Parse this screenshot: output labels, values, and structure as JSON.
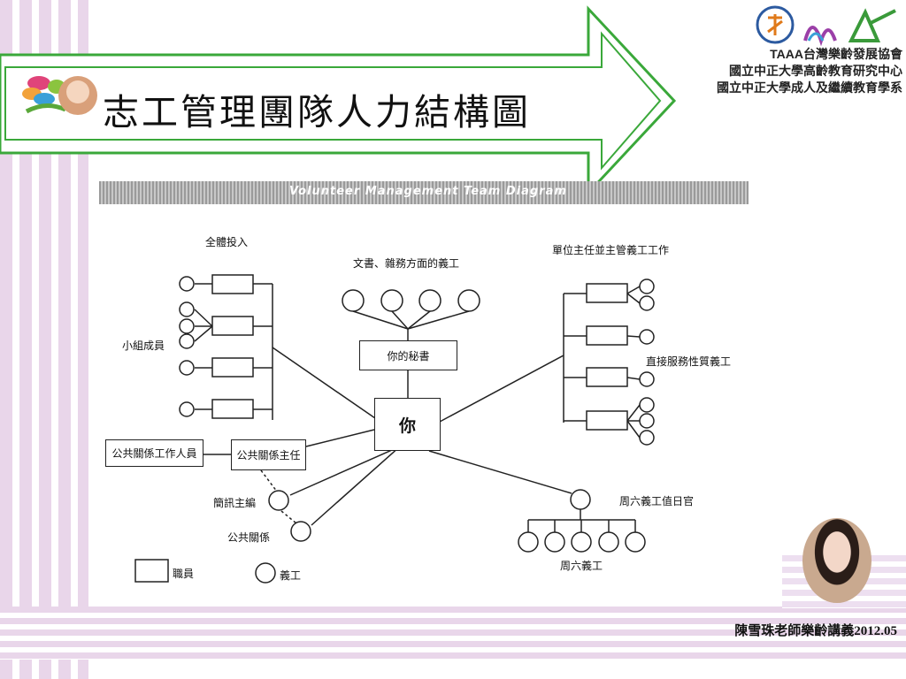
{
  "slide": {
    "title": "志工管理團隊人力結構圖",
    "org_lines": [
      "TAAA台灣樂齡發展協會",
      "國立中正大學高齡教育研究中心",
      "國立中正大學成人及繼續教育學系"
    ],
    "footer": "陳雪珠老師樂齡講義2012.05"
  },
  "diagram": {
    "banner": "Volunteer Management Team Diagram",
    "center": "你",
    "secretary": "你的秘書",
    "pr_director": "公共關係主任",
    "pr_staff": "公共關係工作人員",
    "labels": {
      "all_in": "全體投入",
      "clerical": "文書、雜務方面的義工",
      "unit_head": "單位主任並主管義工工作",
      "group_members": "小組成員",
      "direct_service": "直接服務性質義工",
      "newsletter_editor": "簡訊主編",
      "public_relations": "公共關係",
      "saturday_officer": "周六義工值日官",
      "saturday_volunteers": "周六義工",
      "legend_staff": "職員",
      "legend_volunteer": "義工"
    }
  },
  "colors": {
    "arrow_green": "#3aa83a",
    "stripe": "#e9d6ea"
  }
}
